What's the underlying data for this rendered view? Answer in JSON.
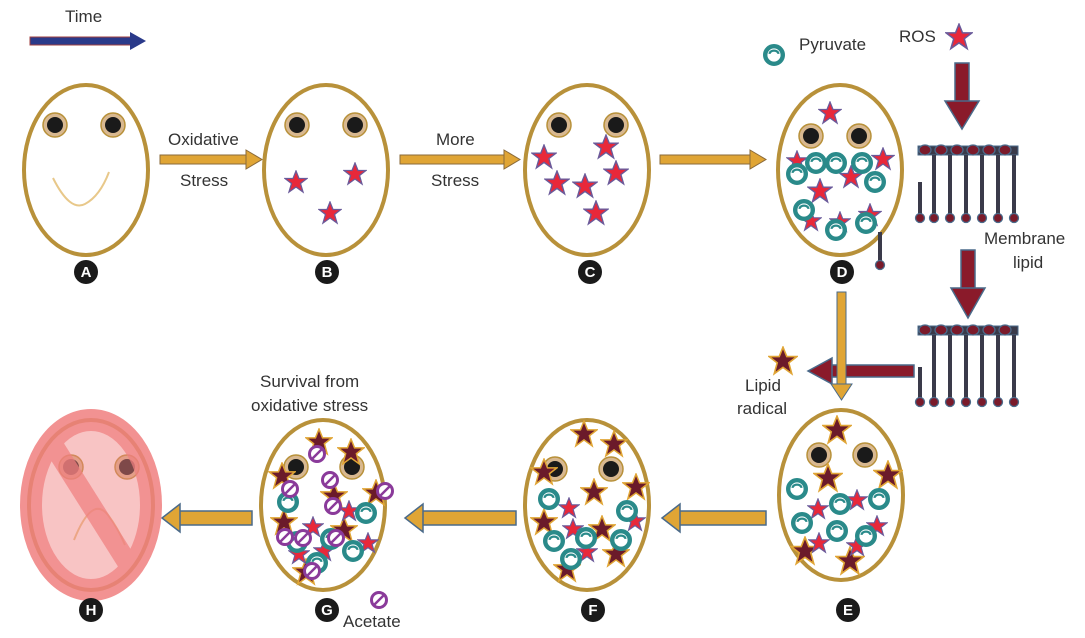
{
  "labels": {
    "time": "Time",
    "oxidative": "Oxidative",
    "stress_1": "Stress",
    "more": "More",
    "stress_2": "Stress",
    "pyruvate": "Pyruvate",
    "ros": "ROS",
    "membrane": "Membrane",
    "lipid": "lipid",
    "lipid_radical_1": "Lipid",
    "lipid_radical_2": "radical",
    "survival_1": "Survival from",
    "survival_2": "oxidative stress",
    "acetate": "Acetate"
  },
  "stages": [
    {
      "id": "A",
      "label": "A"
    },
    {
      "id": "B",
      "label": "B"
    },
    {
      "id": "C",
      "label": "C"
    },
    {
      "id": "D",
      "label": "D"
    },
    {
      "id": "E",
      "label": "E"
    },
    {
      "id": "F",
      "label": "F"
    },
    {
      "id": "G",
      "label": "G"
    },
    {
      "id": "H",
      "label": "H"
    }
  ],
  "colors": {
    "cell_border": "#b8913a",
    "arrow_gold": "#e0a535",
    "arrow_outline": "#4a6a8a",
    "ros_star": "#e8283a",
    "lipid_radical_star": "#6b1a2a",
    "pyruvate": "#2a8a8a",
    "acetate": "#8a3a9a",
    "time_arrow": "#2a3a8a",
    "badge": "#1a1a1a",
    "prohibit": "#f08080"
  }
}
